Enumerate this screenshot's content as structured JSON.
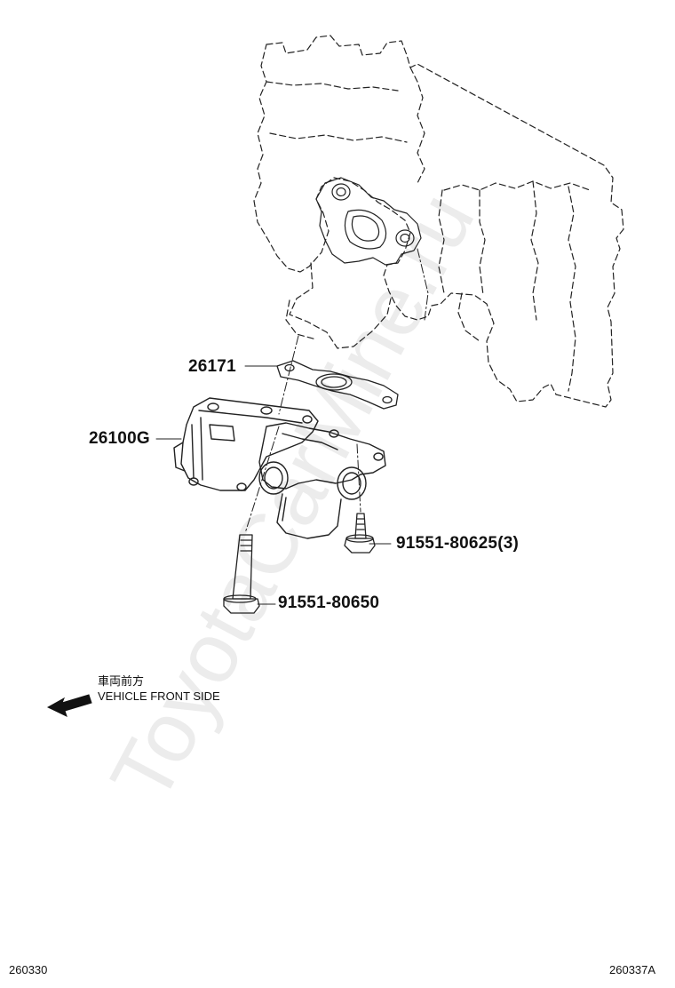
{
  "watermark": "ToyotaCarMine.ru",
  "parts": [
    {
      "number": "26171"
    },
    {
      "number": "26100G"
    },
    {
      "number": "91551-80625(3)"
    },
    {
      "number": "91551-80650"
    }
  ],
  "direction": {
    "japanese": "車両前方",
    "english": "VEHICLE FRONT SIDE"
  },
  "footer": {
    "left_code": "260330",
    "right_code": "260337A"
  }
}
